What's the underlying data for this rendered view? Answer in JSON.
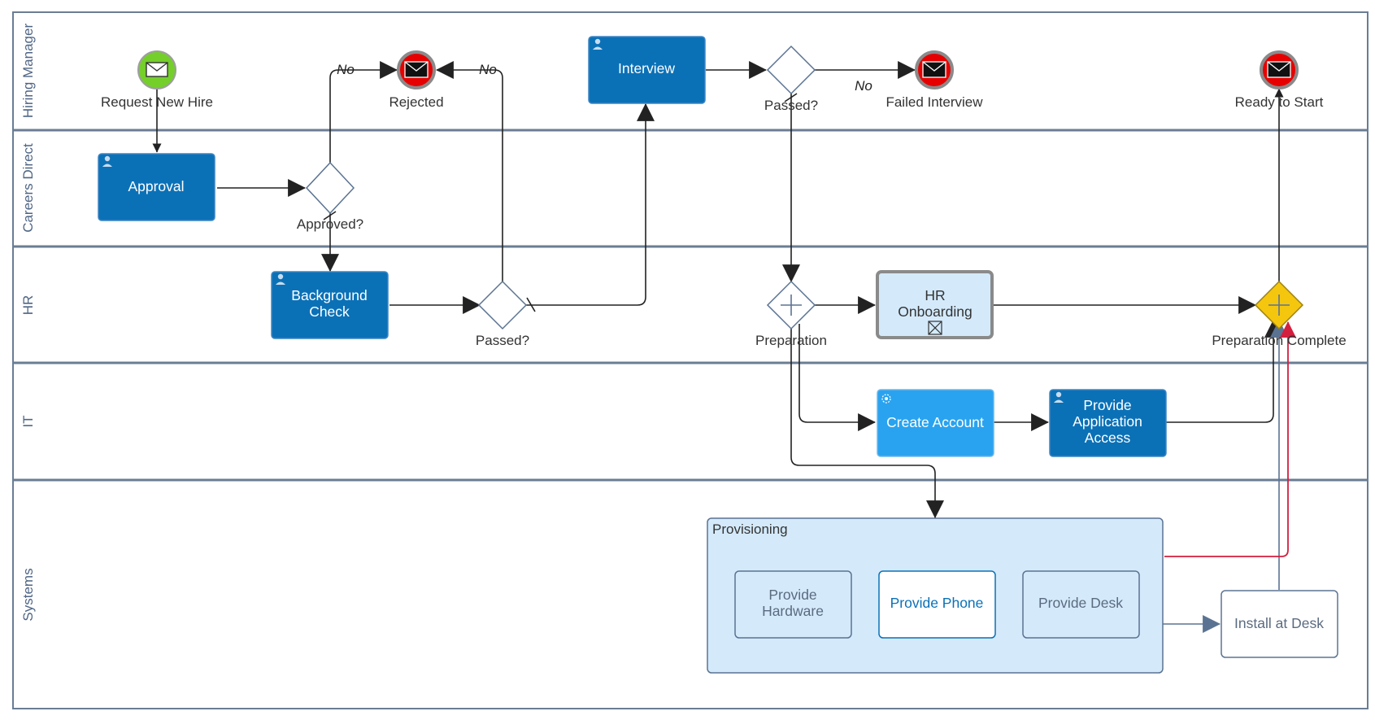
{
  "lanes": {
    "hiring_manager": "Hiring Manager",
    "careers_direct": "Careers Direct",
    "hr": "HR",
    "it": "IT",
    "systems": "Systems"
  },
  "events": {
    "request_new_hire": "Request New Hire",
    "rejected": "Rejected",
    "failed_interview": "Failed Interview",
    "ready_to_start": "Ready to Start"
  },
  "gateways": {
    "passed_interview": "Passed?",
    "approved": "Approved?",
    "passed_background": "Passed?",
    "preparation": "Preparation",
    "preparation_complete": "Preparation Complete"
  },
  "flow_labels": {
    "no_approval": "No",
    "no_background": "No",
    "no_interview": "No"
  },
  "tasks": {
    "approval": "Approval",
    "background_check": [
      "Background",
      "Check"
    ],
    "interview": "Interview",
    "hr_onboarding": [
      "HR",
      "Onboarding"
    ],
    "create_account": "Create Account",
    "provide_application_access": [
      "Provide",
      "Application",
      "Access"
    ],
    "provide_hardware": [
      "Provide",
      "Hardware"
    ],
    "provide_phone": "Provide Phone",
    "provide_desk": "Provide Desk",
    "install_at_desk": "Install at Desk"
  },
  "subprocess": {
    "provisioning": "Provisioning"
  },
  "colors": {
    "task_dark_blue": "#0b71b7",
    "task_light_blue": "#29a3ef",
    "task_pale_blue": "#d4eafb",
    "start_event_green": "#74cf2a",
    "end_event_red": "#e60000",
    "gateway_yellow": "#f5c60e",
    "lane_border": "#6a7d94",
    "highlight_flow_red": "#d31f3f",
    "flow_black": "#222222",
    "flow_blue_gray": "#5b7392"
  }
}
